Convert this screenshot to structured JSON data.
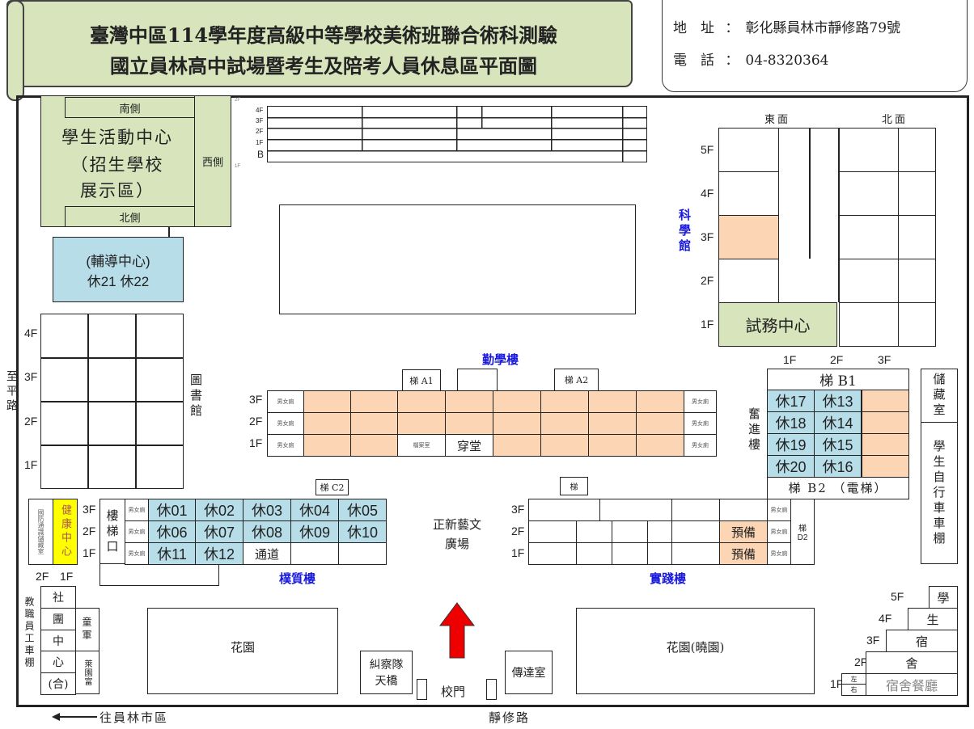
{
  "header": {
    "title_line1": "臺灣中區114學年度高級中等學校美術班聯合術科測驗",
    "title_line2": "國立員林高中試場暨考生及陪考人員休息區平面圖"
  },
  "contact": {
    "address_label": "地　址",
    "address": "彰化縣員林市靜修路79號",
    "phone_label": "電　話",
    "phone": "04-8320364",
    "sep": "："
  },
  "floors": {
    "f1": "1F",
    "f2": "2F",
    "f3": "3F",
    "f4": "4F",
    "f5": "5F",
    "b": "B"
  },
  "colors": {
    "exam_green": "#d7e4bc",
    "rest_blue": "#b7dde8",
    "reserve_peach": "#fcd5b4",
    "health_yellow": "#ffff00",
    "building_label_blue": "#1a1adc"
  },
  "activity_center": {
    "name": "學生活動中心",
    "sub1": "（招生學校",
    "sub2": "展示區）",
    "south": "南側",
    "north": "北側",
    "west": "西側"
  },
  "counseling": {
    "name": "(輔導中心)",
    "rooms": "休21 休22"
  },
  "library": {
    "name": "圖書館",
    "road": "至平路"
  },
  "qinxue": {
    "name": "勤學樓",
    "stair_a1": "梯 A1",
    "stair_a2": "梯 A2",
    "archive": "檔案室",
    "hall": "穿堂"
  },
  "puzhi": {
    "name": "樸質樓",
    "stair_c2": "梯 C2",
    "stair_entry": "樓梯口",
    "passage": "通道",
    "rooms": [
      "休01",
      "休02",
      "休03",
      "休04",
      "休05",
      "休06",
      "休07",
      "休08",
      "休09",
      "休10",
      "休11",
      "休12"
    ],
    "defense_storage": "國防通識儲藏室",
    "health_center": "健康中心"
  },
  "labels": {
    "restroom": "男女廁",
    "stair": "梯",
    "reserve": "預備"
  },
  "plaza": {
    "line1": "正新藝文",
    "line2": "廣場"
  },
  "shijian": {
    "name": "實踐樓",
    "stair_d2": "梯 D2"
  },
  "science": {
    "name": "科學館",
    "east": "東面",
    "north": "北面",
    "exam_center": "試務中心"
  },
  "fenjin": {
    "name": "奮進樓",
    "stair_b1": "梯 B1",
    "stair_b2": "梯 B2 （電梯）",
    "rooms": [
      "休17",
      "休13",
      "休18",
      "休14",
      "休19",
      "休15",
      "休20",
      "休16"
    ]
  },
  "storage": "儲藏室",
  "bike_shed": "學生自行車車棚",
  "staff_parking": "教職員工車棚",
  "club_center": [
    "社",
    "團",
    "中",
    "心",
    "(合)"
  ],
  "scouts": "童軍",
  "scouts2": "萊園富",
  "garden": "花園",
  "garden_xiao": "花園(曉園)",
  "patrol": {
    "line1": "糾察隊",
    "line2": "天橋"
  },
  "guard_room": "傳達室",
  "gate": "校門",
  "dorm": {
    "chars": [
      "學",
      "生",
      "宿",
      "舍"
    ],
    "left": "左",
    "right": "右",
    "dining": "宿舍餐廳"
  },
  "bottom": {
    "to_city": "往員林市區",
    "road": "靜修路"
  }
}
